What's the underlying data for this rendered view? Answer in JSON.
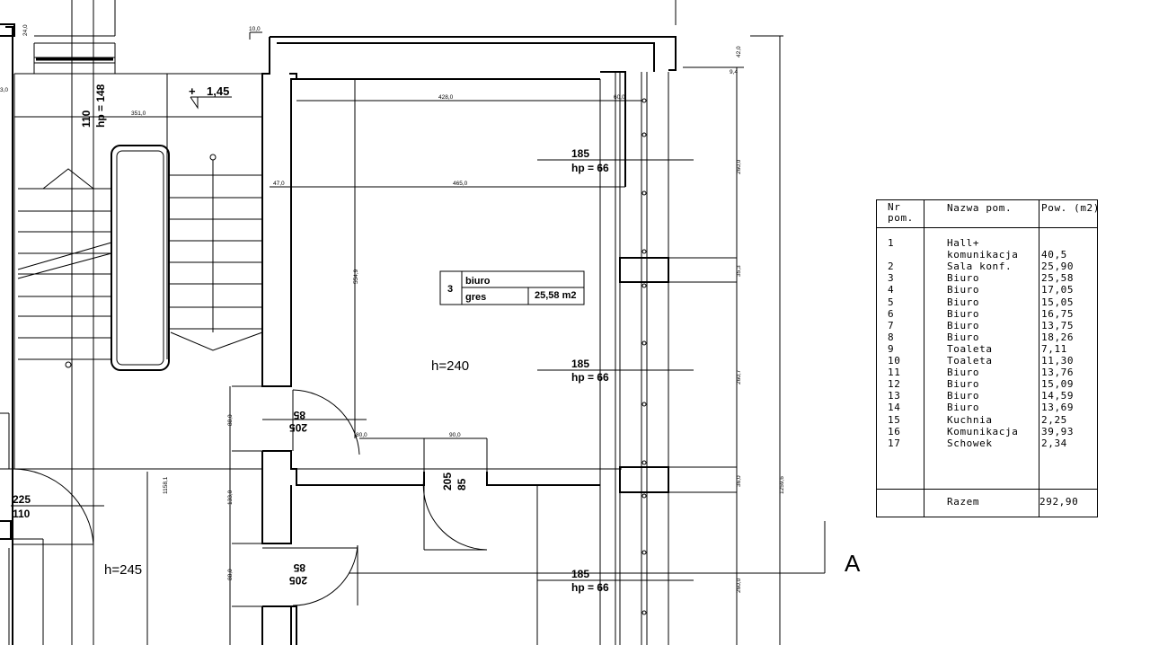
{
  "rooms_table": {
    "headers": {
      "nr": "Nr\npom.",
      "name": "Nazwa pom.",
      "area": "Pow. (m2)"
    },
    "rows": [
      {
        "nr": "1",
        "name": "Hall+\nkomunikacja",
        "area": "\n40,5"
      },
      {
        "nr": "2",
        "name": "Sala konf.",
        "area": "25,90"
      },
      {
        "nr": "3",
        "name": "Biuro",
        "area": "25,58"
      },
      {
        "nr": "4",
        "name": "Biuro",
        "area": "17,05"
      },
      {
        "nr": "5",
        "name": "Biuro",
        "area": "15,05"
      },
      {
        "nr": "6",
        "name": "Biuro",
        "area": "16,75"
      },
      {
        "nr": "7",
        "name": "Biuro",
        "area": "13,75"
      },
      {
        "nr": "8",
        "name": "Biuro",
        "area": "18,26"
      },
      {
        "nr": "9",
        "name": "Toaleta",
        "area": "7,11"
      },
      {
        "nr": "10",
        "name": "Toaleta",
        "area": "11,30"
      },
      {
        "nr": "11",
        "name": "Biuro",
        "area": "13,76"
      },
      {
        "nr": "12",
        "name": "Biuro",
        "area": "15,09"
      },
      {
        "nr": "13",
        "name": "Biuro",
        "area": "14,59"
      },
      {
        "nr": "14",
        "name": "Biuro",
        "area": "13,69"
      },
      {
        "nr": "15",
        "name": "Kuchnia",
        "area": "2,25"
      },
      {
        "nr": "16",
        "name": "Komunikacja",
        "area": "39,93"
      },
      {
        "nr": "17",
        "name": "Schowek",
        "area": "2,34"
      }
    ],
    "total": {
      "label": "Razem",
      "value": "292,90"
    }
  },
  "room_tag": {
    "number": "3",
    "name": "biuro",
    "floor": "gres",
    "area": "25,58 m2"
  },
  "heights": {
    "room": "h=240",
    "hall": "h=245"
  },
  "level_mark": "1,45",
  "section_mark": "A",
  "windows": {
    "w1": {
      "width": "185",
      "sill": "hp = 66"
    },
    "w2": {
      "width": "185",
      "sill": "hp = 66"
    },
    "w3": {
      "width": "185",
      "sill": "hp = 66"
    },
    "w4": {
      "width": "110",
      "sill": "hp = 148"
    }
  },
  "doors": {
    "d1": {
      "height": "205",
      "width": "85"
    },
    "d2": {
      "height": "205",
      "width": "85"
    },
    "d3": {
      "height": "205",
      "width": "85"
    },
    "d4": {
      "height": "225",
      "width": "110"
    }
  },
  "dimensions": {
    "d_24_0": "24,0",
    "d_10_0": "10,0",
    "d_42_0": "42,0",
    "d_9_4": "9,4",
    "d_3_0": "3,0",
    "d_351_0": "351,0",
    "d_428_0": "428,0",
    "d_60_0": "60,0",
    "d_47_0": "47,0",
    "d_465_0": "465,0",
    "d_260_0_a": "260,0",
    "d_554_9": "554,9",
    "d_35_3": "35,3",
    "d_260_7": "260,7",
    "d_88_0_a": "88,0",
    "d_80_0": "80,0",
    "d_90_0": "90,0",
    "d_1158_1": "1158,1",
    "d_133_0": "133,0",
    "d_36_0": "36,0",
    "d_1259_6": "1259,6",
    "d_88_0_b": "88,0",
    "d_260_0_b": "260,0"
  }
}
